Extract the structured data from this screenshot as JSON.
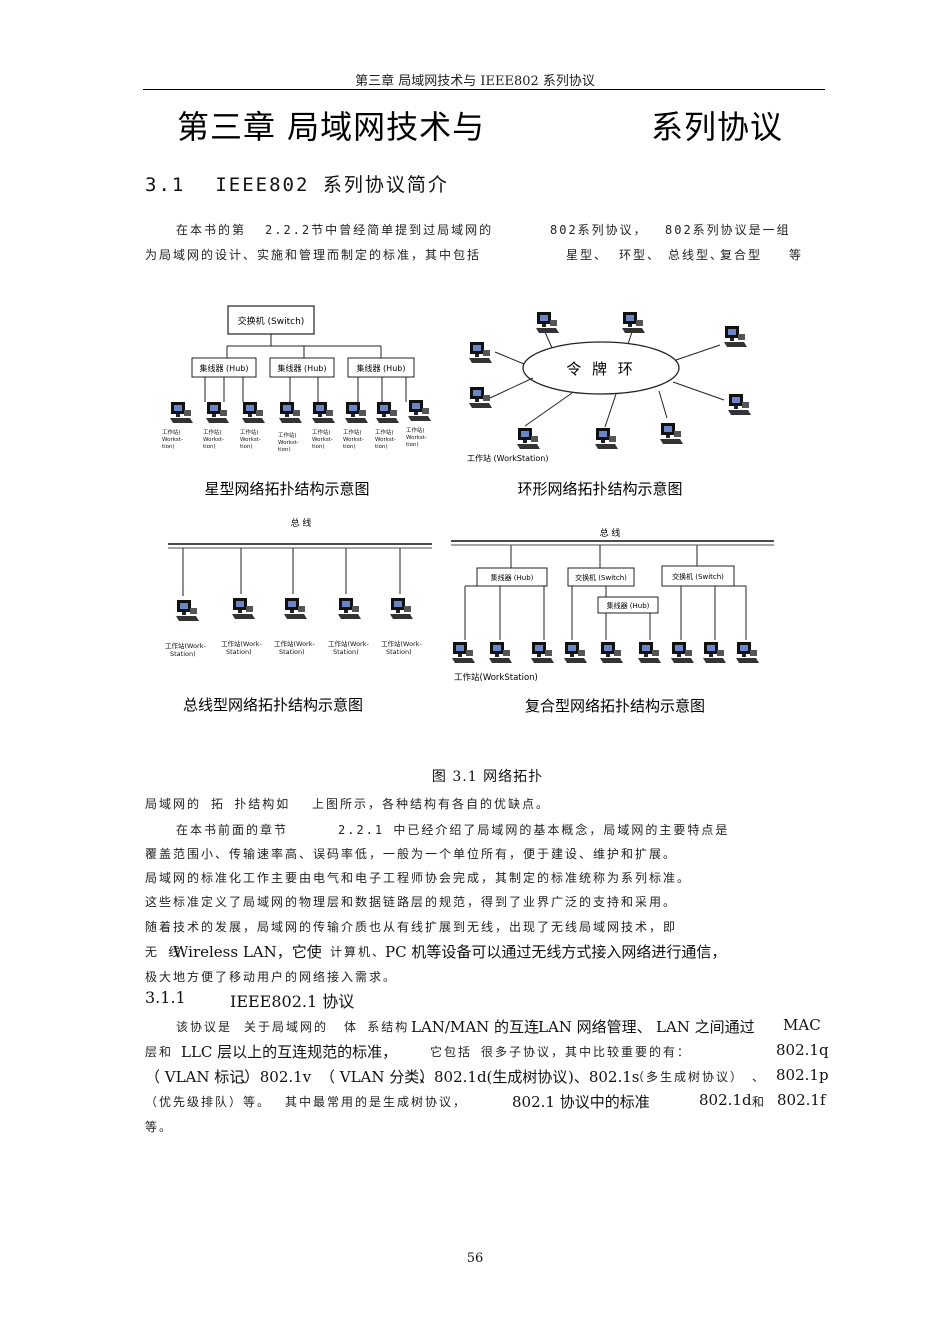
{
  "header": {
    "running_title": "第三章   局域网技术与 IEEE802 系列协议"
  },
  "chapter": {
    "title_left": "第三章 局域网技术与",
    "title_right": "系列协议"
  },
  "section": {
    "number": "3.1",
    "title": "IEEE802 系列协议简介"
  },
  "intro": {
    "l1a": "在本书的第",
    "l1b": "2.2.2节中曾经简单提到过局域网的",
    "l1c": "802系列协议，",
    "l1d": "802系列协议是一组",
    "l2a": "为局域网的设计、实施和管理而制定的标准，其中包括",
    "l2b": "星型、",
    "l2c": "环型、",
    "l2d": "总线型、",
    "l2e": "复合型",
    "l2f": "等"
  },
  "figure": {
    "star": {
      "caption": "星型网络拓扑结构示意图",
      "switch_label": "交换机 (Switch)",
      "hub_label": "集线器 (Hub)",
      "ws_label_1": "工作站(",
      "ws_label_2": "Workst-",
      "ws_label_3": "tion)"
    },
    "ring": {
      "caption": "环形网络拓扑结构示意图",
      "ring_label": "令 牌 环",
      "ws_label": "工作站 (WorkStation)"
    },
    "bus": {
      "caption": "总线型网络拓扑结构示意图",
      "bus_label": "总        线",
      "ws_label_1": "工作站(Work-",
      "ws_label_2": "Station)"
    },
    "hybrid": {
      "caption": "复合型网络拓扑结构示意图",
      "bus_label": "总            线",
      "hub_label": "集线器 (Hub)",
      "switch_label": "交换机 (Switch)",
      "ws_label": "工作站(WorkStation)"
    },
    "caption": "图 3.1    网络拓扑"
  },
  "after_figure": {
    "a": "局域网的",
    "b": "拓 扑结构如",
    "c": "上图所示，各种结构有各自的优缺点。"
  },
  "para2": {
    "l1a": "在本书前面的章节",
    "l1b": "2.2.1 中已经介绍了局域网的基本概念，局域网的主要特点是",
    "l2": "覆盖范围小、传输速率高、误码率低，一般为一个单位所有，便于建设、维护和扩展。",
    "l3": "局域网的标准化工作主要由电气和电子工程师协会完成，其制定的标准统称为系列标准。",
    "l4": "这些标准定义了局域网的物理层和数据链路层的规范，得到了业界广泛的支持和采用。",
    "l5": "随着技术的发展，局域网的传输介质也从有线扩展到无线，出现了无线局域网技术，即",
    "l6a": "无 线",
    "l6b": "Wireless LAN，它使",
    "l6c": "计算机、",
    "l6d": "PC 机等设备可以通过无线方式接入网络进行通信，",
    "l7": "极大地方便了移动用户的网络接入需求。"
  },
  "subsection": {
    "number": "3.1.1",
    "title": "IEEE802.1 协议"
  },
  "para3": {
    "l1a": "该协议是",
    "l1b": "关于局域网的",
    "l1c": "体 系结构",
    "l1d": "LAN/MAN 的互连",
    "l1e": "LAN 网络管理、",
    "l1f": "LAN 之间通过",
    "l1g": "MAC",
    "l2a": "层和",
    "l2b": "LLC 层以上的互连规范的标准，",
    "l2c": "它包括",
    "l2d": "很多子协议，其中比较重要的有：",
    "l2e": "802.1q",
    "l3a": "（ VLAN 标记）",
    "l3b": "、 802.1v",
    "l3c": "（ VLAN 分类）",
    "l3d": "、802.1d(生成树协议",
    "l3e": ")、802.1s",
    "l3f": "（多生成树协议）",
    "l3g": "、",
    "l3h": "802.1p",
    "l4a": "（优先级排队）等。",
    "l4b": "其中最常用的是生成树协议，",
    "l4c": "802.1 协议中的标准",
    "l4d": "802.1d",
    "l4e": "和",
    "l4f": "802.1f",
    "l5": "等。"
  },
  "footer": {
    "page_number": "56"
  }
}
